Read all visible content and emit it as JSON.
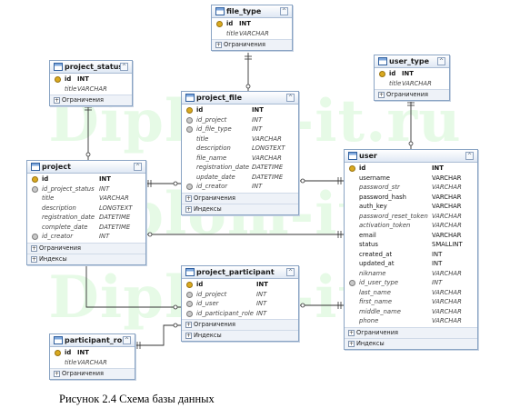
{
  "watermark": "Diplom-it.ru",
  "section_labels": {
    "constraints": "Ограничения",
    "indexes": "Индексы"
  },
  "tables": {
    "file_type": {
      "name": "file_type",
      "columns": [
        {
          "name": "id",
          "type": "INT",
          "kind": "pk"
        },
        {
          "name": "title",
          "type": "VARCHAR",
          "kind": "attr"
        }
      ],
      "sections": [
        "Ограничения"
      ]
    },
    "user_type": {
      "name": "user_type",
      "columns": [
        {
          "name": "id",
          "type": "INT",
          "kind": "pk"
        },
        {
          "name": "title",
          "type": "VARCHAR",
          "kind": "attr"
        }
      ],
      "sections": [
        "Ограничения"
      ]
    },
    "project_status": {
      "name": "project_status",
      "columns": [
        {
          "name": "id",
          "type": "INT",
          "kind": "pk"
        },
        {
          "name": "title",
          "type": "VARCHAR",
          "kind": "attr"
        }
      ],
      "sections": [
        "Ограничения"
      ]
    },
    "project_file": {
      "name": "project_file",
      "columns": [
        {
          "name": "id",
          "type": "INT",
          "kind": "pk"
        },
        {
          "name": "id_project",
          "type": "INT",
          "kind": "fk"
        },
        {
          "name": "id_file_type",
          "type": "INT",
          "kind": "fk"
        },
        {
          "name": "title",
          "type": "VARCHAR",
          "kind": "attr"
        },
        {
          "name": "description",
          "type": "LONGTEXT",
          "kind": "attr"
        },
        {
          "name": "file_name",
          "type": "VARCHAR",
          "kind": "attr"
        },
        {
          "name": "registration_date",
          "type": "DATETIME",
          "kind": "attr"
        },
        {
          "name": "update_date",
          "type": "DATETIME",
          "kind": "attr"
        },
        {
          "name": "id_creator",
          "type": "INT",
          "kind": "fk"
        }
      ],
      "sections": [
        "Ограничения",
        "Индексы"
      ]
    },
    "project": {
      "name": "project",
      "columns": [
        {
          "name": "id",
          "type": "INT",
          "kind": "pk"
        },
        {
          "name": "id_project_status",
          "type": "INT",
          "kind": "fk"
        },
        {
          "name": "title",
          "type": "VARCHAR",
          "kind": "attr"
        },
        {
          "name": "description",
          "type": "LONGTEXT",
          "kind": "attr"
        },
        {
          "name": "registration_date",
          "type": "DATETIME",
          "kind": "attr"
        },
        {
          "name": "complete_date",
          "type": "DATETIME",
          "kind": "attr"
        },
        {
          "name": "id_creator",
          "type": "INT",
          "kind": "fk"
        }
      ],
      "sections": [
        "Ограничения",
        "Индексы"
      ]
    },
    "user": {
      "name": "user",
      "columns": [
        {
          "name": "id",
          "type": "INT",
          "kind": "pk"
        },
        {
          "name": "username",
          "type": "VARCHAR",
          "kind": "norm"
        },
        {
          "name": "password_str",
          "type": "VARCHAR",
          "kind": "attr"
        },
        {
          "name": "password_hash",
          "type": "VARCHAR",
          "kind": "norm"
        },
        {
          "name": "auth_key",
          "type": "VARCHAR",
          "kind": "norm"
        },
        {
          "name": "password_reset_token",
          "type": "VARCHAR",
          "kind": "attr"
        },
        {
          "name": "activation_token",
          "type": "VARCHAR",
          "kind": "attr"
        },
        {
          "name": "email",
          "type": "VARCHAR",
          "kind": "norm"
        },
        {
          "name": "status",
          "type": "SMALLINT",
          "kind": "norm"
        },
        {
          "name": "created_at",
          "type": "INT",
          "kind": "norm"
        },
        {
          "name": "updated_at",
          "type": "INT",
          "kind": "norm"
        },
        {
          "name": "nikname",
          "type": "VARCHAR",
          "kind": "attr"
        },
        {
          "name": "id_user_type",
          "type": "INT",
          "kind": "fk"
        },
        {
          "name": "last_name",
          "type": "VARCHAR",
          "kind": "attr"
        },
        {
          "name": "first_name",
          "type": "VARCHAR",
          "kind": "attr"
        },
        {
          "name": "middle_name",
          "type": "VARCHAR",
          "kind": "attr"
        },
        {
          "name": "phone",
          "type": "VARCHAR",
          "kind": "attr"
        }
      ],
      "sections": [
        "Ограничения",
        "Индексы"
      ]
    },
    "project_participant": {
      "name": "project_participant",
      "columns": [
        {
          "name": "id",
          "type": "INT",
          "kind": "pk"
        },
        {
          "name": "id_project",
          "type": "INT",
          "kind": "fk"
        },
        {
          "name": "id_user",
          "type": "INT",
          "kind": "fk"
        },
        {
          "name": "id_participant_role",
          "type": "INT",
          "kind": "fk"
        }
      ],
      "sections": [
        "Ограничения",
        "Индексы"
      ]
    },
    "participant_role": {
      "name": "participant_role",
      "columns": [
        {
          "name": "id",
          "type": "INT",
          "kind": "pk"
        },
        {
          "name": "title",
          "type": "VARCHAR",
          "kind": "attr"
        }
      ],
      "sections": [
        "Ограничения"
      ]
    }
  },
  "relationships": [
    {
      "from": "project_file.id_file_type",
      "to": "file_type.id"
    },
    {
      "from": "user.id_user_type",
      "to": "user_type.id"
    },
    {
      "from": "project.id_project_status",
      "to": "project_status.id"
    },
    {
      "from": "project_file.id_project",
      "to": "project.id"
    },
    {
      "from": "project_file.id_creator",
      "to": "user.id"
    },
    {
      "from": "project.id_creator",
      "to": "user.id"
    },
    {
      "from": "project_participant.id_project",
      "to": "project.id"
    },
    {
      "from": "project_participant.id_user",
      "to": "user.id"
    },
    {
      "from": "project_participant.id_participant_role",
      "to": "participant_role.id"
    }
  ],
  "caption": "Рисунок 2.4 Схема базы данных",
  "colors": {
    "line": "#333333",
    "header": "#dfe8f4",
    "border": "#8aa4c4",
    "watermark": "#8ce68c"
  }
}
